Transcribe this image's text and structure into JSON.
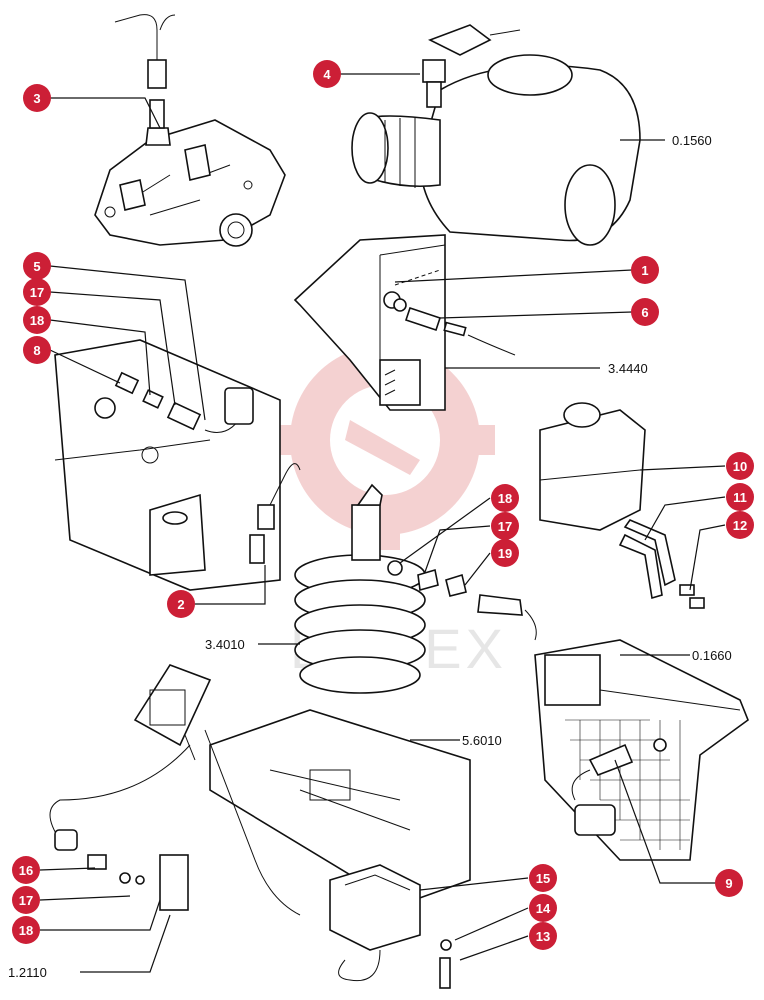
{
  "watermark": {
    "text": "LEITEX",
    "color": "#f3c9c9"
  },
  "callout_color": "#cc1f36",
  "callouts": [
    {
      "id": "c1",
      "number": "1"
    },
    {
      "id": "c2",
      "number": "2"
    },
    {
      "id": "c3",
      "number": "3"
    },
    {
      "id": "c4",
      "number": "4"
    },
    {
      "id": "c5",
      "number": "5"
    },
    {
      "id": "c6",
      "number": "6"
    },
    {
      "id": "c8",
      "number": "8"
    },
    {
      "id": "c9",
      "number": "9"
    },
    {
      "id": "c10",
      "number": "10"
    },
    {
      "id": "c11",
      "number": "11"
    },
    {
      "id": "c12",
      "number": "12"
    },
    {
      "id": "c13",
      "number": "13"
    },
    {
      "id": "c14",
      "number": "14"
    },
    {
      "id": "c15",
      "number": "15"
    },
    {
      "id": "c16",
      "number": "16"
    },
    {
      "id": "c17a",
      "number": "17"
    },
    {
      "id": "c17b",
      "number": "17"
    },
    {
      "id": "c17c",
      "number": "17"
    },
    {
      "id": "c18a",
      "number": "18"
    },
    {
      "id": "c18b",
      "number": "18"
    },
    {
      "id": "c18c",
      "number": "18"
    },
    {
      "id": "c19",
      "number": "19"
    }
  ],
  "references": {
    "ref_0_1560": "0.1560",
    "ref_3_4440": "3.4440",
    "ref_3_4010": "3.4010",
    "ref_0_1660": "0.1660",
    "ref_5_6010": "5.6010",
    "ref_1_2110": "1.2110"
  }
}
